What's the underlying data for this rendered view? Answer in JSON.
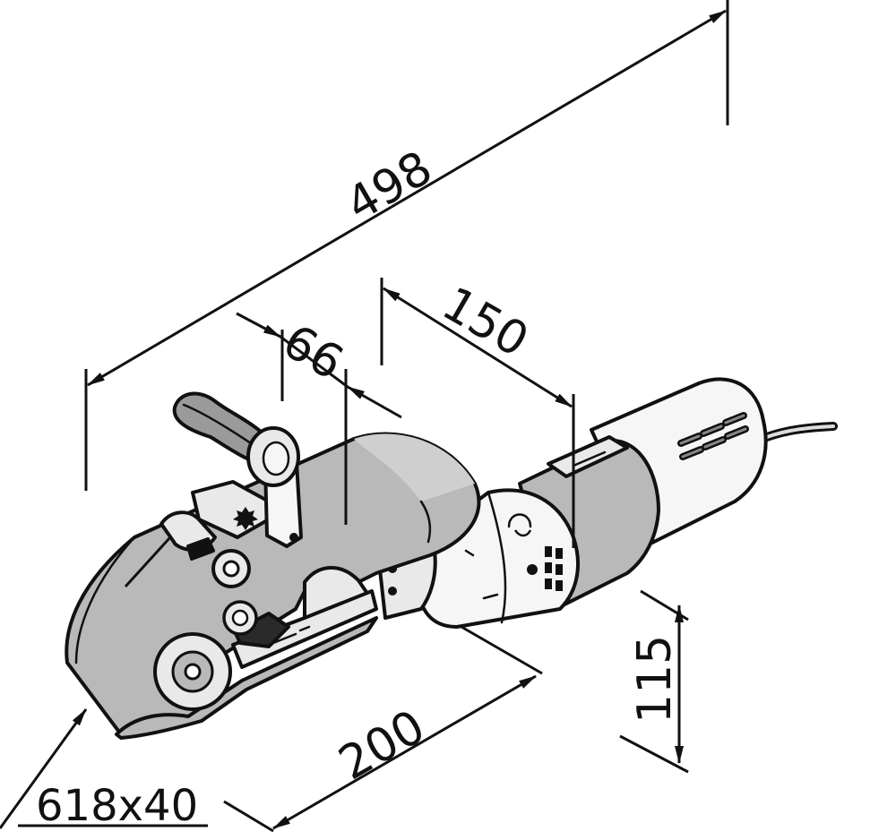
{
  "dimensions": {
    "overall_length": "498",
    "guard_depth": "66",
    "motor_section": "150",
    "base_length": "200",
    "height": "115",
    "wheel_size": "618x40"
  },
  "colors": {
    "housing_grey": "#b9b9b9",
    "housing_light": "#e9e9e9",
    "housing_white": "#f6f6f6",
    "outline": "#111111",
    "handle_grey": "#9a9a9a",
    "dark_part": "#2a2a2a"
  }
}
